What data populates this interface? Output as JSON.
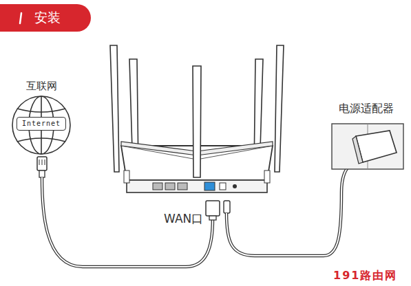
{
  "diagram": {
    "title": "安装",
    "nodes": [
      {
        "text": [
          "互联网",
          "Internet"
        ]
      }
    ],
    "labels": [
      "WAN口",
      "电源适配器",
      "191路由网"
    ]
  }
}
